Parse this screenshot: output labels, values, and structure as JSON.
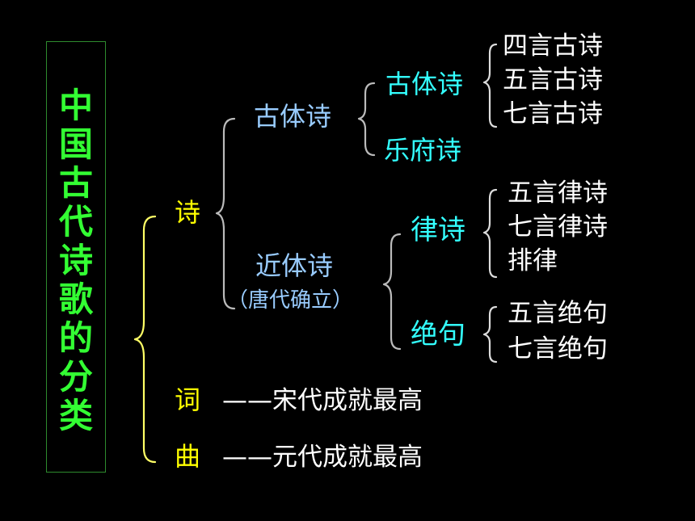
{
  "title": "中国古代诗歌的分类",
  "categories": {
    "shi": "诗",
    "ci": "词",
    "qu": "曲"
  },
  "notes": {
    "ci": "——宋代成就最高",
    "qu": "——元代成就最高"
  },
  "shi_types": {
    "guti": "古体诗",
    "jinti": "近体诗",
    "jinti_note": "（唐代确立）"
  },
  "guti_types": {
    "guti": "古体诗",
    "yuefu": "乐府诗"
  },
  "guti_forms": [
    "四言古诗",
    "五言古诗",
    "七言古诗"
  ],
  "jinti_types": {
    "lvshi": "律诗",
    "jueju": "绝句"
  },
  "lvshi_forms": [
    "五言律诗",
    "七言律诗",
    "排律"
  ],
  "jueju_forms": [
    "五言绝句",
    "七言绝句"
  ],
  "colors": {
    "background": "#000000",
    "title": "#33ff33",
    "category": "#ffff00",
    "level1": "#99ccff",
    "level2": "#33ffff",
    "leaf": "#ffffff"
  }
}
